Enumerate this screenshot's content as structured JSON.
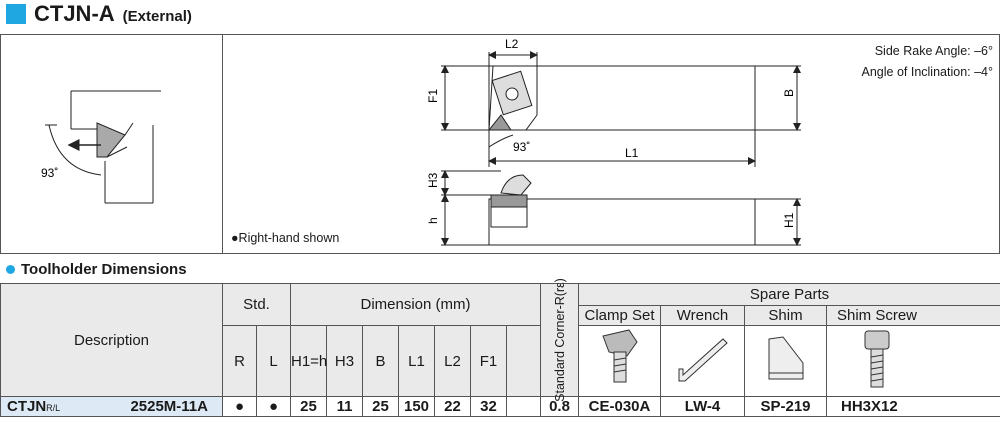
{
  "title": {
    "main": "CTJN-A",
    "sub": "(External)"
  },
  "diagram": {
    "side_rake_angle": "Side Rake Angle: –6°",
    "angle_of_inclination": "Angle of Inclination: –4°",
    "right_hand_note": "●Right-hand shown",
    "labels": {
      "L2": "L2",
      "F1": "F1",
      "B": "B",
      "L1": "L1",
      "H3": "H3",
      "h": "h",
      "H1": "H1",
      "angle_left": "93˚",
      "angle_top": "93˚"
    }
  },
  "section_title": "Toolholder Dimensions",
  "table": {
    "description_header": "Description",
    "std_header": "Std.",
    "dimension_header": "Dimension (mm)",
    "corner_header": "Standard Corner-R(rε)",
    "spare_parts_header": "Spare Parts",
    "std_cols": [
      "R",
      "L"
    ],
    "dim_cols": [
      "H1=h",
      "H3",
      "B",
      "L1",
      "L2",
      "F1"
    ],
    "spare_cols": [
      "Clamp Set",
      "Wrench",
      "Shim",
      "Shim Screw"
    ],
    "spare_icons": [
      "clamp-set-icon",
      "wrench-icon",
      "shim-icon",
      "shim-screw-icon"
    ],
    "row": {
      "code_prefix": "CTJN",
      "code_sup": "R/L",
      "code_size": "2525M-11A",
      "std_r": "●",
      "std_l": "●",
      "dims": [
        "25",
        "11",
        "25",
        "150",
        "22",
        "32"
      ],
      "corner_r": "0.8",
      "clamp_set": "CE-030A",
      "wrench": "LW-4",
      "shim": "SP-219",
      "shim_screw": "HH3X12"
    }
  },
  "colors": {
    "accent": "#1ea7e1",
    "header_bg": "#eaeaea",
    "desc_bg": "#dde9f5"
  }
}
